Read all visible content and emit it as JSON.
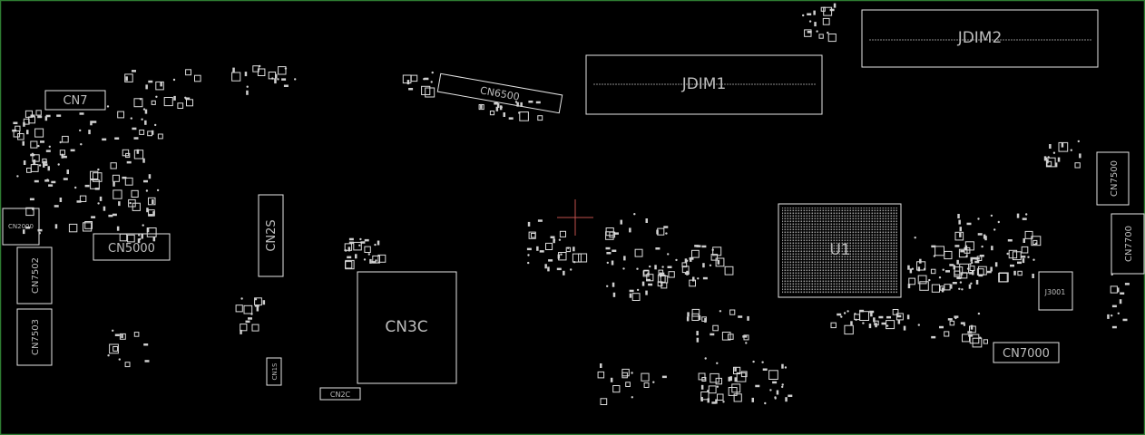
{
  "board": {
    "border_color": "#2e7d32",
    "background": "#000000",
    "outline_color": "#e6e6e6"
  },
  "components": {
    "jdim1": "JDIM1",
    "jdim2": "JDIM2",
    "u1": "U1",
    "cn3c": "CN3C",
    "cn7": "CN7",
    "cn5000": "CN5000",
    "cn7000": "CN7000",
    "cn6500": "CN6500",
    "cn2s": "CN2S",
    "cn2c": "CN2C",
    "cn1s": "CN1S",
    "cn7502": "CN7502",
    "cn7503": "CN7503",
    "cn7500": "CN7500",
    "cn7700": "CN7700",
    "cn2000": "CN2000",
    "j3001": "J3001"
  }
}
